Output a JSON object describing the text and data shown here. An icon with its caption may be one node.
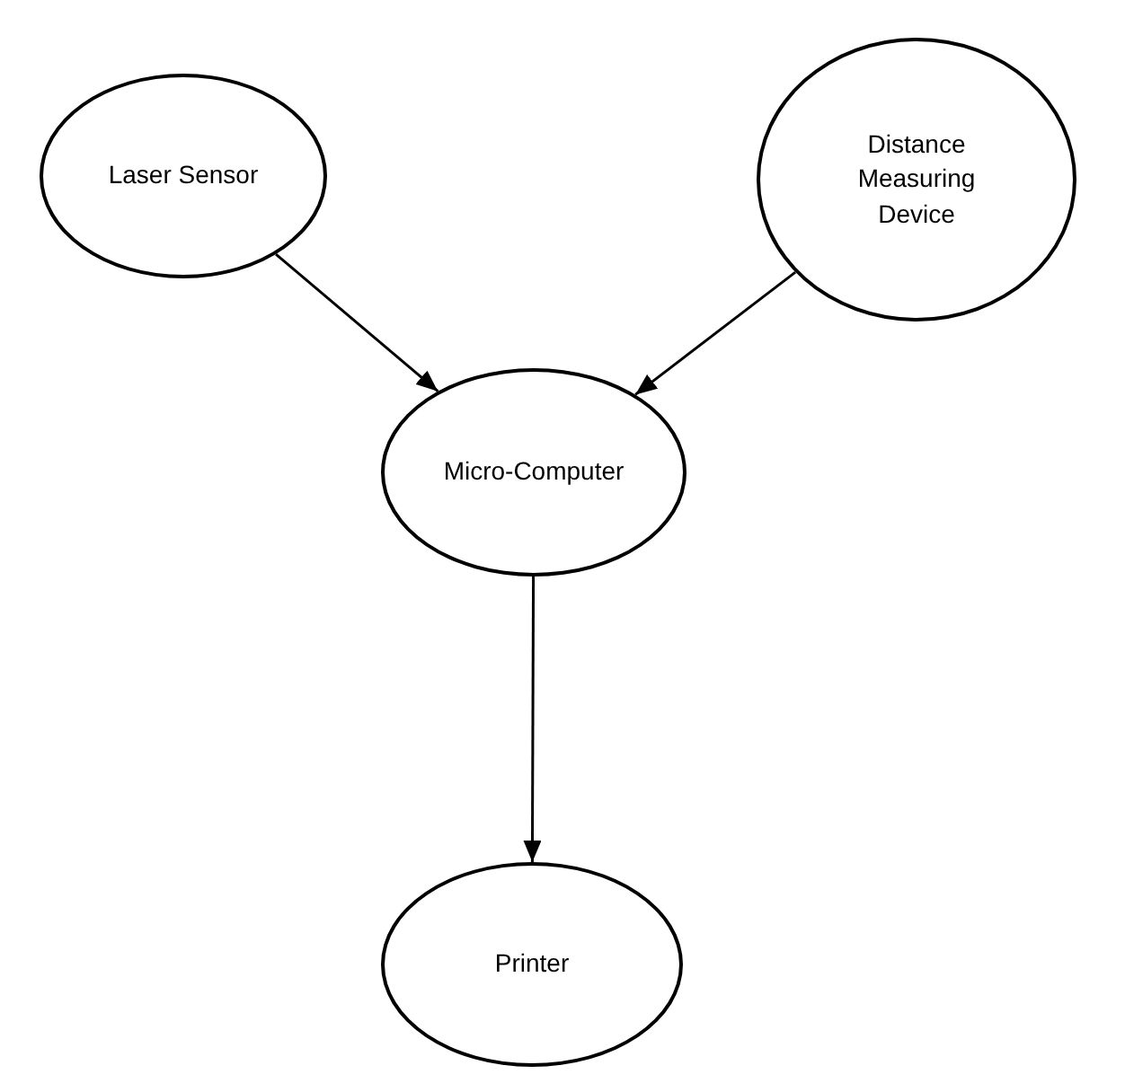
{
  "diagram": {
    "nodes": [
      {
        "text": [
          "Laser Sensor"
        ]
      },
      {
        "text": [
          "Distance Measuring Device"
        ]
      },
      {
        "text": [
          "Micro-Computer"
        ]
      },
      {
        "text": [
          "Printer"
        ]
      }
    ],
    "edges": [
      {
        "from": 0,
        "to": 2,
        "arrow": "to"
      },
      {
        "from": 1,
        "to": 2,
        "arrow": "to"
      },
      {
        "from": 2,
        "to": 3,
        "arrow": "to"
      }
    ]
  }
}
